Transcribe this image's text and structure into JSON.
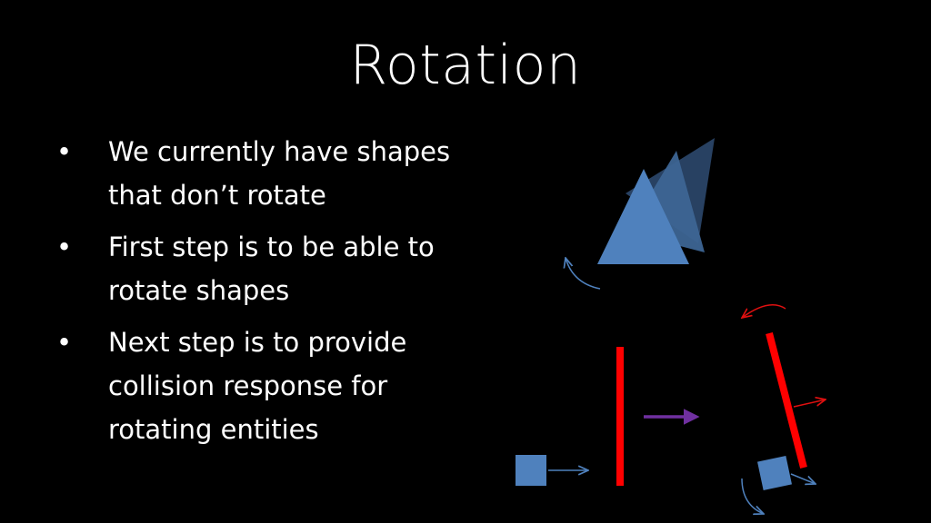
{
  "slide": {
    "title": "Rotation",
    "bullets": [
      "We currently have shapes that don’t rotate",
      "First step is to be able to rotate shapes",
      "Next step is to provide collision response for rotating entities"
    ],
    "bullet_symbol": "•"
  },
  "colors": {
    "background": "#000000",
    "text": "#ffffff",
    "shape_blue": "#4f81bd",
    "wall_red": "#ff0000",
    "arrow_purple": "#7030a0",
    "arrow_red": "#e01010",
    "arrow_blue": "#4f81bd"
  }
}
